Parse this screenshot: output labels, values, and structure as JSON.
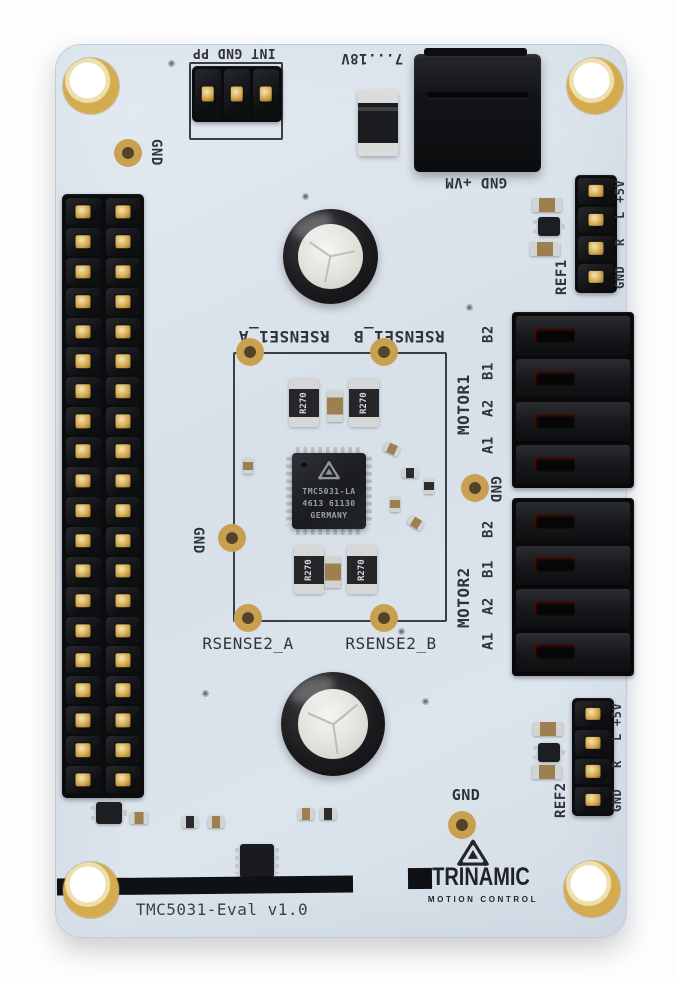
{
  "board": {
    "silkscreen": {
      "title": "TMC5031-Eval v1.0",
      "jumper_pins": "INT GND PP",
      "supply_voltage": "7...18V",
      "power_pins": "GND  +VM",
      "gnd": "GND",
      "rsense1_a": "RSENSE1_A",
      "rsense1_b": "RSENSE1_B",
      "rsense2_a": "RSENSE2_A",
      "rsense2_b": "RSENSE2_B",
      "motor1": "MOTOR1",
      "motor2": "MOTOR2",
      "motor_pins": [
        "A1",
        "A2",
        "B1",
        "B2"
      ],
      "ref1": "REF1",
      "ref2": "REF2",
      "ref_pins": [
        "GND",
        "R",
        "L",
        "+5V"
      ]
    },
    "ic": {
      "part": "TMC5031-LA",
      "lot": "4613 61130",
      "origin": "GERMANY"
    },
    "resistor_marking": "R270",
    "brand": {
      "name": "TRINAMIC",
      "tagline": "MOTION CONTROL"
    },
    "colors": {
      "pcb": "#dae2ea",
      "silkscreen": "#2f343b",
      "pad_gold": "#d2a855",
      "connector_black": "#17181b",
      "background": "#ffffff"
    }
  }
}
